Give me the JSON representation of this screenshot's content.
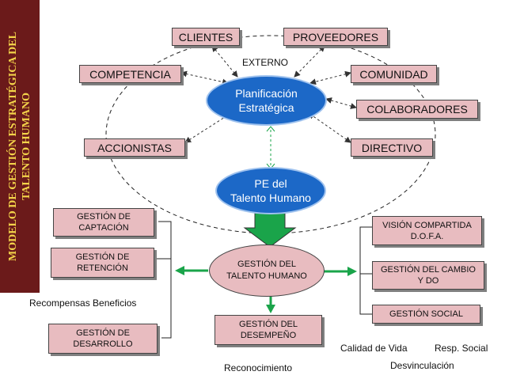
{
  "side_title": [
    "MODELO DE GESTIÓN ESTRATÉGICA DEL",
    "TALENTO HUMANO"
  ],
  "externo": "EXTERNO",
  "outer": {
    "clientes": "CLIENTES",
    "proveedores": "PROVEEDORES",
    "competencia": "COMPETENCIA",
    "comunidad": "COMUNIDAD",
    "colaboradores": "COLABORADORES",
    "accionistas": "ACCIONISTAS",
    "directivo": "DIRECTIVO"
  },
  "planificacion": [
    "Planificación",
    "Estratégica"
  ],
  "pe_talento": [
    "PE del",
    "Talento Humano"
  ],
  "gestion_talento": [
    "GESTIÓN DEL",
    "TALENTO HUMANO"
  ],
  "left_boxes": {
    "captacion": [
      "GESTIÓN DE",
      "CAPTACIÓN"
    ],
    "retencion": [
      "GESTIÓN DE",
      "RETENCIÓN"
    ],
    "desarrollo": [
      "GESTIÓN DE",
      "DESARROLLO"
    ]
  },
  "retencion_items": "Recompensas  Beneficios",
  "desempeno": [
    "GESTIÓN DEL",
    "DESEMPEÑO"
  ],
  "reconocimiento": "Reconocimiento",
  "right_boxes": {
    "vision": [
      "VISIÓN COMPARTIDA",
      "D.O.F.A."
    ],
    "cambio": [
      "GESTIÓN DEL CAMBIO",
      "Y  DO"
    ],
    "social": "GESTIÓN SOCIAL"
  },
  "social_items": {
    "calidad": "Calidad de Vida",
    "resp": "Resp. Social",
    "desvinculacion": "Desvinculación"
  },
  "colors": {
    "sidebar": "#6b1a1a",
    "sidebar_text": "#f3d34a",
    "box": "#e8bcc0",
    "ellipse": "#1c68c7",
    "arrow": "#1aa44a"
  }
}
